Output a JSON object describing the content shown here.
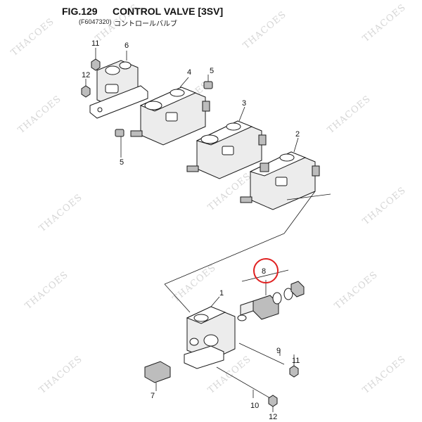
{
  "header": {
    "fig_number": "FIG.129",
    "title": "CONTROL VALVE [3SV]",
    "part_code": "(F6047320)",
    "japanese_title": "コントロールバルブ"
  },
  "callouts": [
    "1",
    "2",
    "3",
    "4",
    "5",
    "5",
    "6",
    "8",
    "9",
    "10",
    "11",
    "11",
    "12",
    "12",
    "7"
  ],
  "watermark": {
    "text": "THACOES"
  },
  "colors": {
    "highlight_circle": "#e02020",
    "watermark": "#d6d6d6"
  }
}
